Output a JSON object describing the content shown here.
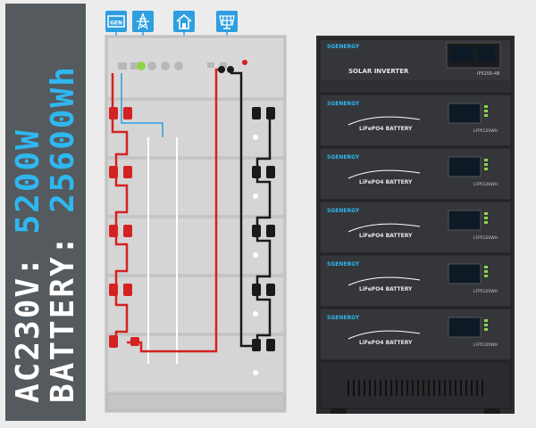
{
  "headline": {
    "ac_prefix": "AC230V: ",
    "ac_value": "5200W",
    "battery_prefix": "BATTERY: ",
    "battery_value": "25600Wh"
  },
  "icons": [
    {
      "name": "generator-icon",
      "label": "GEN"
    },
    {
      "name": "grid-tower-icon"
    },
    {
      "name": "home-icon"
    },
    {
      "name": "solar-panel-icon"
    }
  ],
  "inverter": {
    "brand": "SGENERGY",
    "title": "SOLAR INVERTER",
    "model": "IP5200-48"
  },
  "batteries": [
    {
      "brand": "SGENERGY",
      "title": "LiFePO4 BATTERY",
      "model": "LFP5120WH"
    },
    {
      "brand": "SGENERGY",
      "title": "LiFePO4 BATTERY",
      "model": "LFP5120WH"
    },
    {
      "brand": "SGENERGY",
      "title": "LiFePO4 BATTERY",
      "model": "LFP5120WH"
    },
    {
      "brand": "SGENERGY",
      "title": "LiFePO4 BATTERY",
      "model": "LFP5120WH"
    },
    {
      "brand": "SGENERGY",
      "title": "LiFePO4 BATTERY",
      "model": "LFP5120WH"
    }
  ],
  "colors": {
    "accent": "#2fb7f0",
    "icon_bg": "#2e9fe0",
    "cable_positive": "#d42222",
    "cable_negative": "#1a1a1a",
    "panel": "#555a5e"
  }
}
